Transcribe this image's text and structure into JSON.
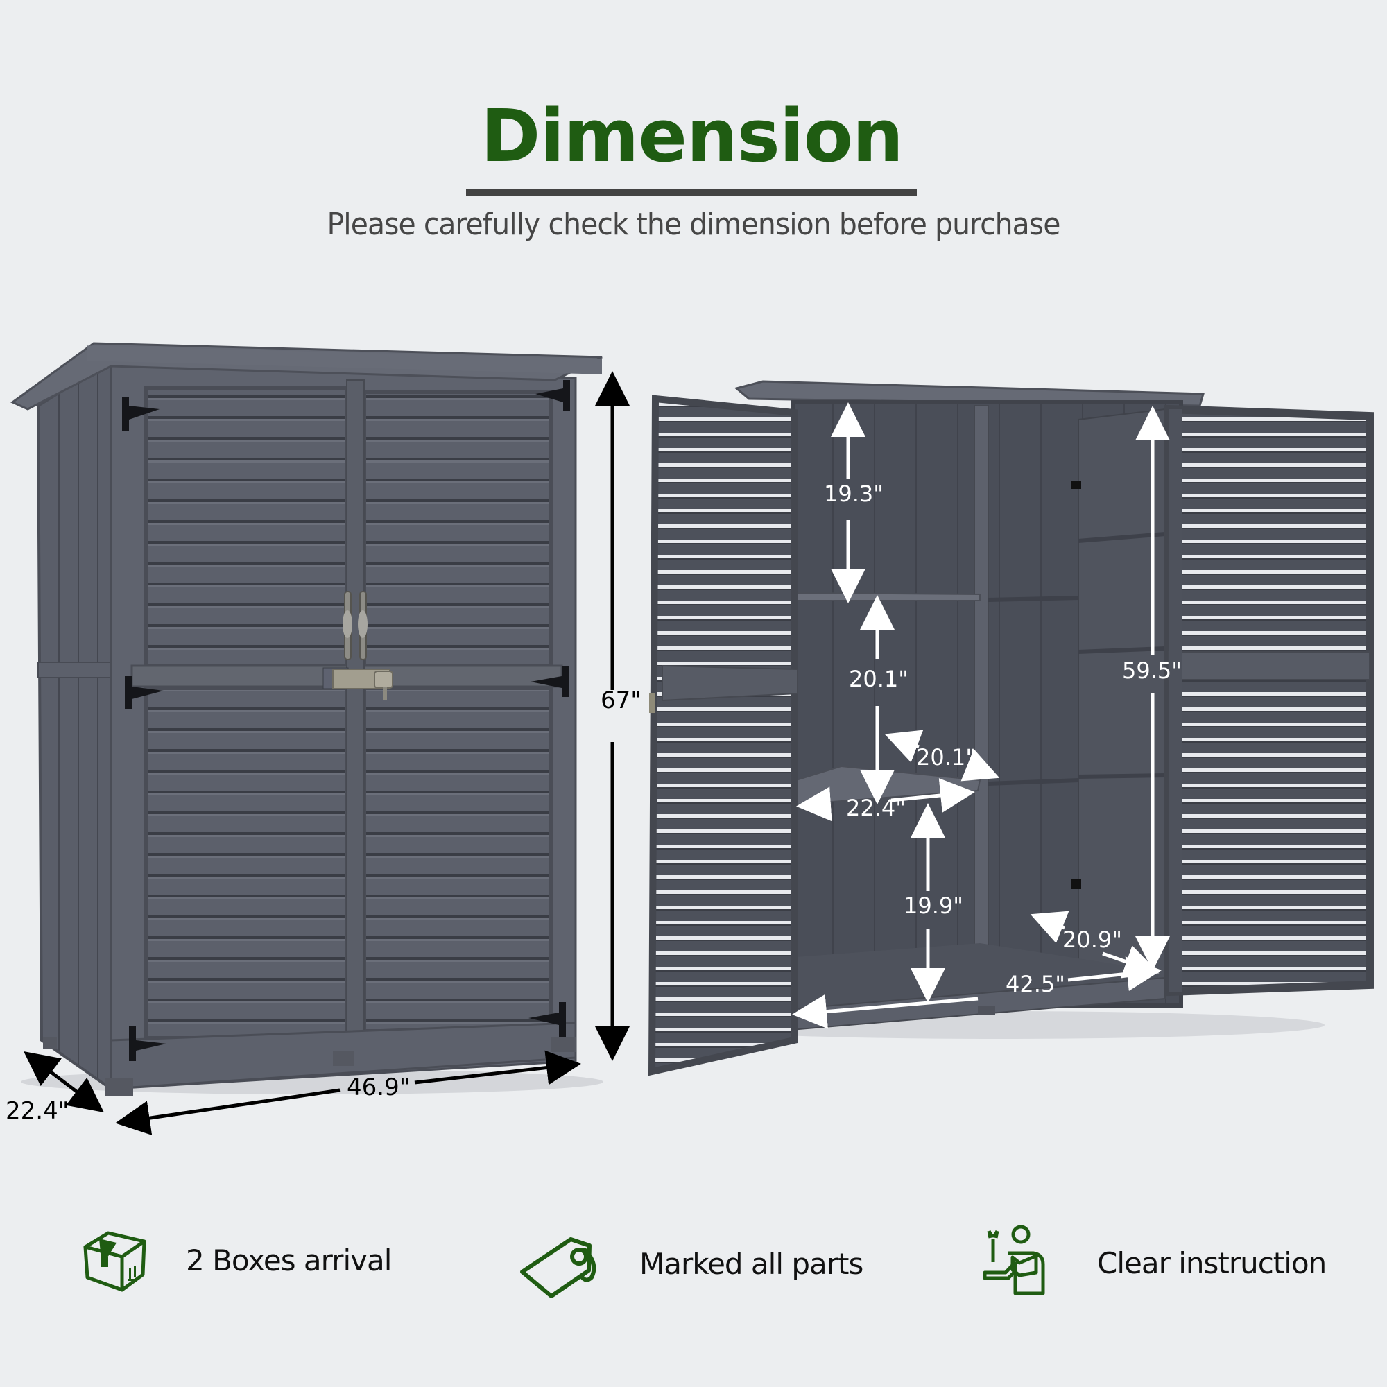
{
  "header": {
    "title": "Dimension",
    "subtitle": "Please carefully check the dimension before purchase"
  },
  "colors": {
    "brand_green": "#1f5c12",
    "rule": "#434343",
    "background": "#eceef0",
    "cabinet_grey": "#5c606b",
    "cabinet_dark": "#3f424b"
  },
  "closed_cabinet": {
    "dimensions": {
      "height": "67\"",
      "width": "46.9\"",
      "depth": "22.4\""
    }
  },
  "open_cabinet": {
    "dimensions": {
      "top_shelf_height": "19.3\"",
      "middle_shelf_height": "20.1\"",
      "shelf_depth": "20.1\"",
      "shelf_width": "22.4\"",
      "bottom_shelf_height": "19.9\"",
      "interior_height": "59.5\"",
      "floor_depth": "20.9\"",
      "interior_width": "42.5\""
    }
  },
  "features": [
    {
      "icon": "box-icon",
      "label": "2 Boxes arrival"
    },
    {
      "icon": "tag-icon",
      "label": "Marked all parts"
    },
    {
      "icon": "instruction-icon",
      "label": "Clear instruction"
    }
  ]
}
